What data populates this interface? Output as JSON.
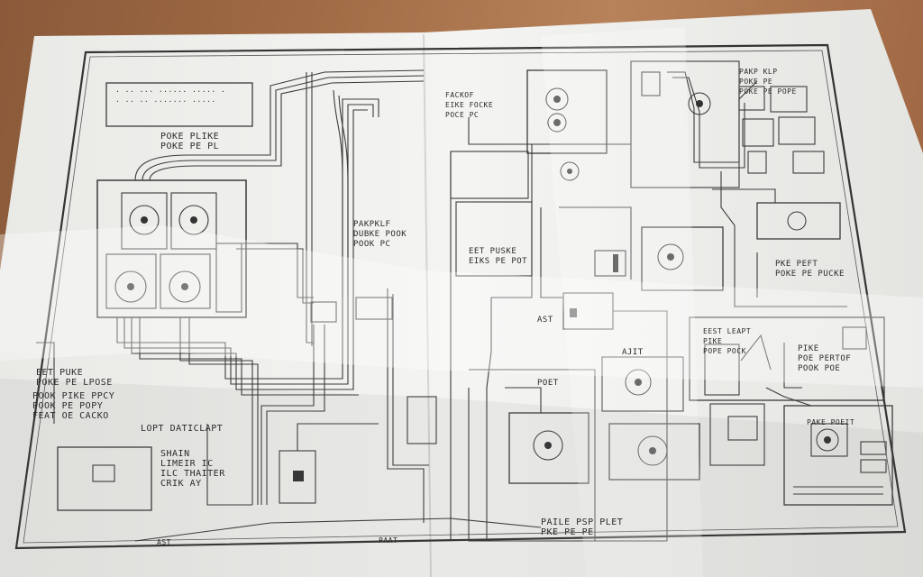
{
  "scene": {
    "description_colors": {
      "table_wood": "#a06a44",
      "paper": "#eeeeec",
      "ink": "#3a3a3a"
    }
  },
  "labels": {
    "left_block": "POKE PLIKE\nPOKE PE PL",
    "center_top": "PAKPKLF\nDUBKE POOK\nPOOK PC",
    "center_mid": "FACKOF\nEIKE FOCKE\nPOCE PC",
    "center_low": "EET PUSKE\nEIKS PE POT",
    "ast": "AST",
    "left_lower_1": "EET PUKE\nPOKE PE LPOSE",
    "left_lower_2": "POOK PIKE PPCY\nPOOK PE POPY\nFEAT OE CACKO",
    "lopt": "LOPT DATICLAPT",
    "shain": "SHAIN\nLIMEIR IC\nILC THAITER\nCRIK AY",
    "right_top": "PAKP KLP\nPOKE PE\nPOKE PE POPE",
    "right_mid": "PKE PEFT\nPOKE PE PUCKE",
    "right_lower": "EEST LEAPT\nPIKE\nPOPE POCK",
    "right_lower_2": "PIKE\nPOE PERTOF\nPOOK POE",
    "ajit": "AJIT",
    "poet": "POET",
    "bottom_center": "PAILE PSP PLET\nPKE PE PE",
    "bottom_right": "PAKE POEIT",
    "footer_left": "AST",
    "footer_center": "PAAT"
  }
}
